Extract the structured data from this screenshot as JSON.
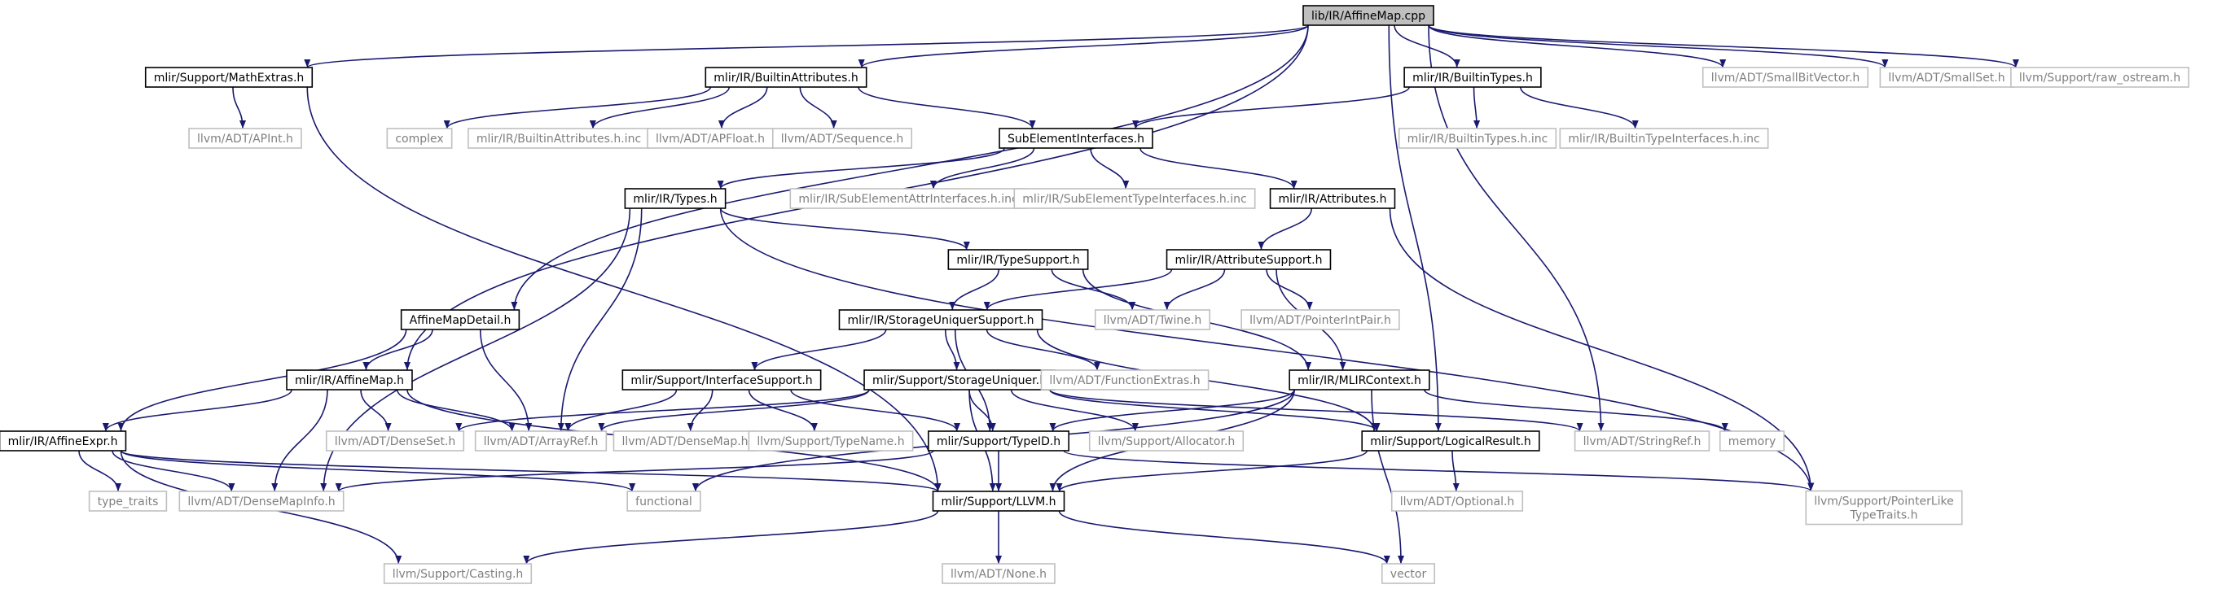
{
  "colors": {
    "edge": "#191970",
    "project_border": "#000000",
    "external_border": "#bfbfbf",
    "project_text": "#000000",
    "external_text": "#808080",
    "root_fill": "#bfbfbf",
    "background": "#ffffff"
  },
  "nodes": [
    {
      "id": "root",
      "label": "lib/IR/AffineMap.cpp",
      "kind": "root"
    },
    {
      "id": "mathextras",
      "label": "mlir/Support/MathExtras.h",
      "kind": "project"
    },
    {
      "id": "builtinattrs",
      "label": "mlir/IR/BuiltinAttributes.h",
      "kind": "project"
    },
    {
      "id": "builtintypes",
      "label": "mlir/IR/BuiltinTypes.h",
      "kind": "project"
    },
    {
      "id": "smallbitvector",
      "label": "llvm/ADT/SmallBitVector.h",
      "kind": "external"
    },
    {
      "id": "smallset",
      "label": "llvm/ADT/SmallSet.h",
      "kind": "external"
    },
    {
      "id": "rawostream",
      "label": "llvm/Support/raw_ostream.h",
      "kind": "external"
    },
    {
      "id": "apint",
      "label": "llvm/ADT/APInt.h",
      "kind": "external"
    },
    {
      "id": "complex",
      "label": "complex",
      "kind": "external"
    },
    {
      "id": "builtinattrsinc",
      "label": "mlir/IR/BuiltinAttributes.h.inc",
      "kind": "external"
    },
    {
      "id": "apfloat",
      "label": "llvm/ADT/APFloat.h",
      "kind": "external"
    },
    {
      "id": "sequence",
      "label": "llvm/ADT/Sequence.h",
      "kind": "external"
    },
    {
      "id": "subelem",
      "label": "SubElementInterfaces.h",
      "kind": "project"
    },
    {
      "id": "builtintypesinc",
      "label": "mlir/IR/BuiltinTypes.h.inc",
      "kind": "external"
    },
    {
      "id": "builtintypeifinc",
      "label": "mlir/IR/BuiltinTypeInterfaces.h.inc",
      "kind": "external"
    },
    {
      "id": "types",
      "label": "mlir/IR/Types.h",
      "kind": "project"
    },
    {
      "id": "subattrinc",
      "label": "mlir/IR/SubElementAttrInterfaces.h.inc",
      "kind": "external"
    },
    {
      "id": "subtypeinc",
      "label": "mlir/IR/SubElementTypeInterfaces.h.inc",
      "kind": "external"
    },
    {
      "id": "attributes",
      "label": "mlir/IR/Attributes.h",
      "kind": "project"
    },
    {
      "id": "typesupport",
      "label": "mlir/IR/TypeSupport.h",
      "kind": "project"
    },
    {
      "id": "attrsupport",
      "label": "mlir/IR/AttributeSupport.h",
      "kind": "project"
    },
    {
      "id": "affinemapdetail",
      "label": "AffineMapDetail.h",
      "kind": "project"
    },
    {
      "id": "storageuniquersupport",
      "label": "mlir/IR/StorageUniquerSupport.h",
      "kind": "project"
    },
    {
      "id": "twine",
      "label": "llvm/ADT/Twine.h",
      "kind": "external"
    },
    {
      "id": "pointerintpair",
      "label": "llvm/ADT/PointerIntPair.h",
      "kind": "external"
    },
    {
      "id": "affinemap",
      "label": "mlir/IR/AffineMap.h",
      "kind": "project"
    },
    {
      "id": "interfacesupport",
      "label": "mlir/Support/InterfaceSupport.h",
      "kind": "project"
    },
    {
      "id": "storageuniquer",
      "label": "mlir/Support/StorageUniquer.h",
      "kind": "project"
    },
    {
      "id": "functionextras",
      "label": "llvm/ADT/FunctionExtras.h",
      "kind": "external"
    },
    {
      "id": "mlircontext",
      "label": "mlir/IR/MLIRContext.h",
      "kind": "project"
    },
    {
      "id": "affineexpr",
      "label": "mlir/IR/AffineExpr.h",
      "kind": "project"
    },
    {
      "id": "denseset",
      "label": "llvm/ADT/DenseSet.h",
      "kind": "external"
    },
    {
      "id": "arrayref",
      "label": "llvm/ADT/ArrayRef.h",
      "kind": "external"
    },
    {
      "id": "densemap",
      "label": "llvm/ADT/DenseMap.h",
      "kind": "external"
    },
    {
      "id": "typename",
      "label": "llvm/Support/TypeName.h",
      "kind": "external"
    },
    {
      "id": "typeid",
      "label": "mlir/Support/TypeID.h",
      "kind": "project"
    },
    {
      "id": "allocator",
      "label": "llvm/Support/Allocator.h",
      "kind": "external"
    },
    {
      "id": "logicalresult",
      "label": "mlir/Support/LogicalResult.h",
      "kind": "project"
    },
    {
      "id": "stringref",
      "label": "llvm/ADT/StringRef.h",
      "kind": "external"
    },
    {
      "id": "memory",
      "label": "memory",
      "kind": "external"
    },
    {
      "id": "typetraits",
      "label": "type_traits",
      "kind": "external"
    },
    {
      "id": "densemapinfo",
      "label": "llvm/ADT/DenseMapInfo.h",
      "kind": "external"
    },
    {
      "id": "functional",
      "label": "functional",
      "kind": "external"
    },
    {
      "id": "llvm",
      "label": "mlir/Support/LLVM.h",
      "kind": "project"
    },
    {
      "id": "optional",
      "label": "llvm/ADT/Optional.h",
      "kind": "external"
    },
    {
      "id": "pointerlike",
      "label": [
        "llvm/Support/PointerLike",
        "TypeTraits.h"
      ],
      "kind": "external"
    },
    {
      "id": "casting",
      "label": "llvm/Support/Casting.h",
      "kind": "external"
    },
    {
      "id": "none",
      "label": "llvm/ADT/None.h",
      "kind": "external"
    },
    {
      "id": "vector",
      "label": "vector",
      "kind": "external"
    }
  ],
  "edges": [
    [
      "root",
      "mathextras"
    ],
    [
      "root",
      "builtinattrs"
    ],
    [
      "root",
      "builtintypes"
    ],
    [
      "root",
      "smallbitvector"
    ],
    [
      "root",
      "smallset"
    ],
    [
      "root",
      "rawostream"
    ],
    [
      "root",
      "affinemap"
    ],
    [
      "root",
      "affinemapdetail"
    ],
    [
      "root",
      "logicalresult"
    ],
    [
      "root",
      "stringref"
    ],
    [
      "mathextras",
      "apint"
    ],
    [
      "mathextras",
      "llvm"
    ],
    [
      "builtinattrs",
      "complex"
    ],
    [
      "builtinattrs",
      "builtinattrsinc"
    ],
    [
      "builtinattrs",
      "apfloat"
    ],
    [
      "builtinattrs",
      "sequence"
    ],
    [
      "builtinattrs",
      "subelem"
    ],
    [
      "builtintypes",
      "subelem"
    ],
    [
      "builtintypes",
      "builtintypesinc"
    ],
    [
      "builtintypes",
      "builtintypeifinc"
    ],
    [
      "subelem",
      "types"
    ],
    [
      "subelem",
      "subattrinc"
    ],
    [
      "subelem",
      "subtypeinc"
    ],
    [
      "subelem",
      "attributes"
    ],
    [
      "types",
      "typesupport"
    ],
    [
      "types",
      "densemapinfo"
    ],
    [
      "types",
      "arrayref"
    ],
    [
      "types",
      "pointerlike"
    ],
    [
      "attributes",
      "attrsupport"
    ],
    [
      "attributes",
      "pointerlike"
    ],
    [
      "typesupport",
      "storageuniquersupport"
    ],
    [
      "typesupport",
      "twine"
    ],
    [
      "typesupport",
      "mlircontext"
    ],
    [
      "attrsupport",
      "storageuniquersupport"
    ],
    [
      "attrsupport",
      "twine"
    ],
    [
      "attrsupport",
      "pointerintpair"
    ],
    [
      "attrsupport",
      "mlircontext"
    ],
    [
      "storageuniquersupport",
      "interfacesupport"
    ],
    [
      "storageuniquersupport",
      "storageuniquer"
    ],
    [
      "storageuniquersupport",
      "functionextras"
    ],
    [
      "storageuniquersupport",
      "logicalresult"
    ],
    [
      "storageuniquersupport",
      "typeid"
    ],
    [
      "affinemapdetail",
      "affinemap"
    ],
    [
      "affinemapdetail",
      "affineexpr"
    ],
    [
      "affinemapdetail",
      "arrayref"
    ],
    [
      "affinemap",
      "affineexpr"
    ],
    [
      "affinemap",
      "denseset"
    ],
    [
      "affinemap",
      "arrayref"
    ],
    [
      "affinemap",
      "densemapinfo"
    ],
    [
      "affinemap",
      "llvm"
    ],
    [
      "interfacesupport",
      "arrayref"
    ],
    [
      "interfacesupport",
      "densemap"
    ],
    [
      "interfacesupport",
      "typename"
    ],
    [
      "interfacesupport",
      "typeid"
    ],
    [
      "storageuniquer",
      "denseset"
    ],
    [
      "storageuniquer",
      "arrayref"
    ],
    [
      "storageuniquer",
      "typeid"
    ],
    [
      "storageuniquer",
      "allocator"
    ],
    [
      "storageuniquer",
      "logicalresult"
    ],
    [
      "storageuniquer",
      "stringref"
    ],
    [
      "storageuniquer",
      "llvm"
    ],
    [
      "mlircontext",
      "typeid"
    ],
    [
      "mlircontext",
      "llvm"
    ],
    [
      "mlircontext",
      "memory"
    ],
    [
      "mlircontext",
      "functional"
    ],
    [
      "mlircontext",
      "vector"
    ],
    [
      "affineexpr",
      "typetraits"
    ],
    [
      "affineexpr",
      "densemapinfo"
    ],
    [
      "affineexpr",
      "functional"
    ],
    [
      "affineexpr",
      "llvm"
    ],
    [
      "affineexpr",
      "casting"
    ],
    [
      "typeid",
      "densemapinfo"
    ],
    [
      "typeid",
      "llvm"
    ],
    [
      "typeid",
      "pointerlike"
    ],
    [
      "logicalresult",
      "llvm"
    ],
    [
      "logicalresult",
      "optional"
    ],
    [
      "llvm",
      "casting"
    ],
    [
      "llvm",
      "none"
    ],
    [
      "llvm",
      "vector"
    ]
  ]
}
